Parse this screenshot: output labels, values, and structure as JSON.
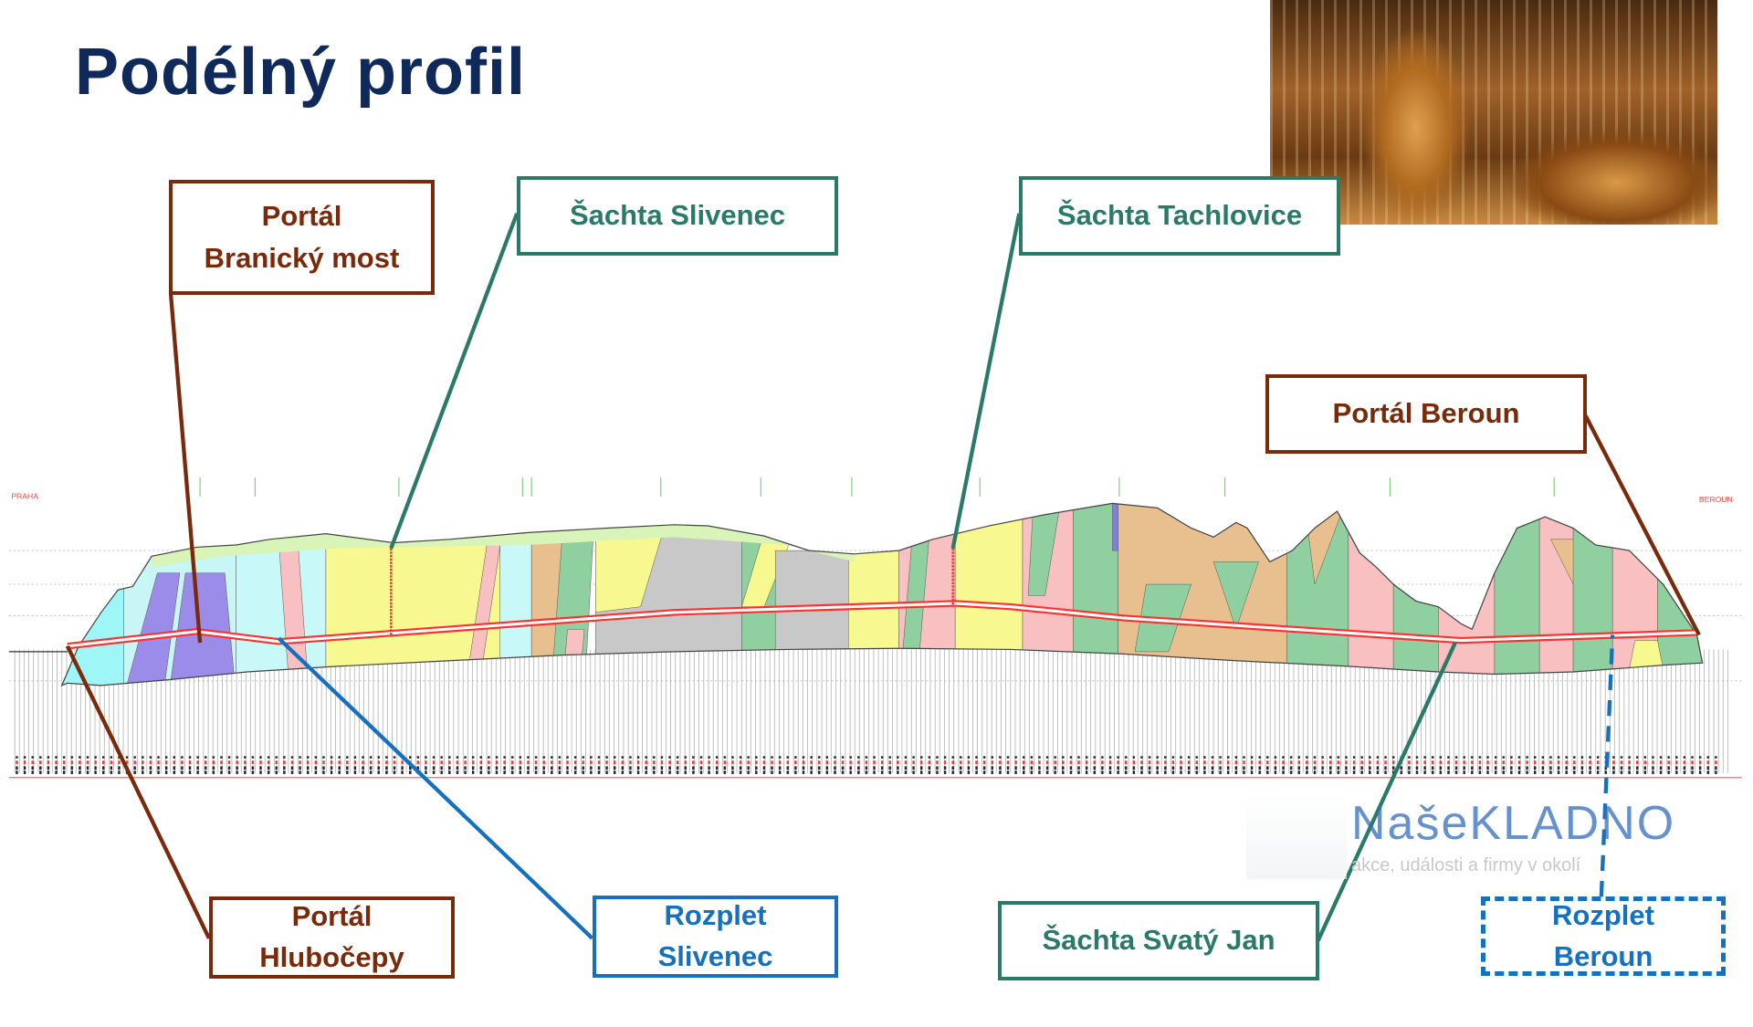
{
  "title": "Podélný profil",
  "labels": {
    "portal_branicky": [
      "Portál",
      "Branický most"
    ],
    "sachta_slivenec": "Šachta Slivenec",
    "sachta_tachlovice": "Šachta Tachlovice",
    "portal_beroun": "Portál Beroun",
    "portal_hlubocepy": [
      "Portál",
      "Hlubočepy"
    ],
    "rozplet_slivenec": [
      "Rozplet",
      "Slivenec"
    ],
    "sachta_svaty_jan": "Šachta Svatý Jan",
    "rozplet_beroun": [
      "Rozplet",
      "Beroun"
    ]
  },
  "profile": {
    "start_label": "PRAHA",
    "end_label": "BEROUN"
  },
  "watermark": {
    "brand": "NašeKLADNO",
    "tagline": "akce, události a firmy v okolí"
  },
  "colors": {
    "brown": "#7a2a0a",
    "teal": "#2a7a6a",
    "blue": "#1670c0",
    "title": "#0f2a5a",
    "tunnel": "#ff3030"
  }
}
